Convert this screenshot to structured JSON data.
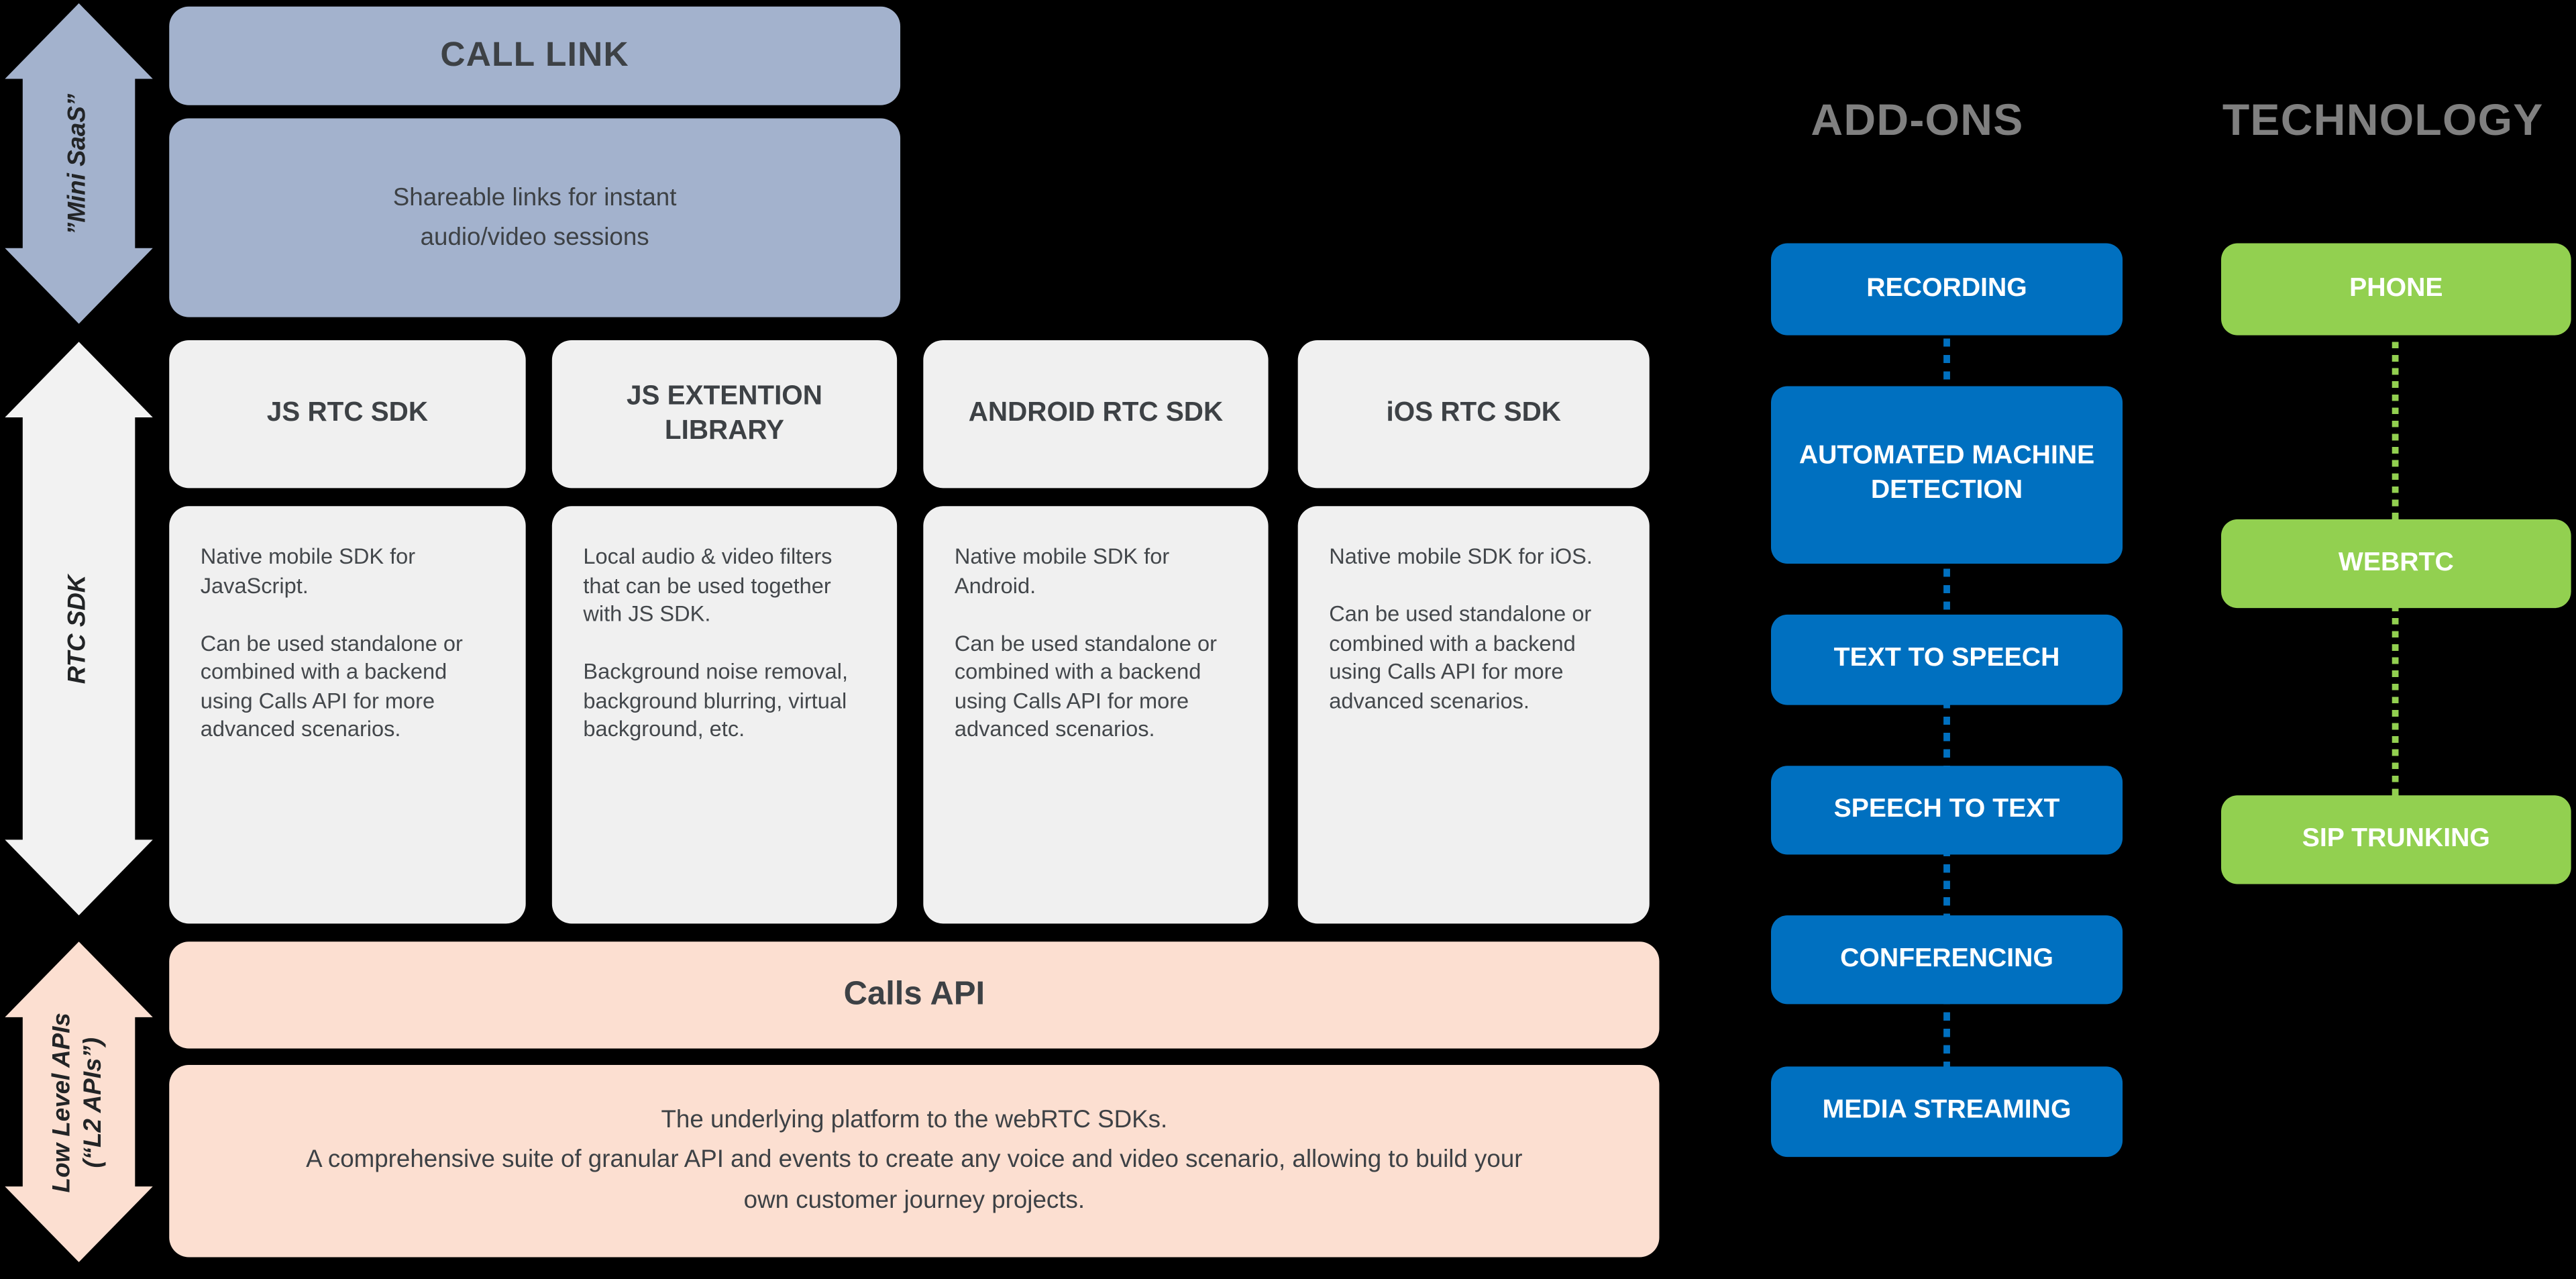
{
  "left_rail": {
    "arrows": [
      {
        "label": "”Mini SaaS”",
        "color": "#a3b2cd"
      },
      {
        "label": "RTC SDK",
        "color": "#f2f2f2"
      },
      {
        "label": "Low Level APIs\n(“L2 APIs”)",
        "color": "#fcdfd1"
      }
    ]
  },
  "call_link": {
    "title": "CALL LINK",
    "description": "Shareable links for instant\naudio/video sessions",
    "bg_color": "#a3b2cd"
  },
  "sdks": [
    {
      "title": "JS RTC SDK",
      "body": "Native mobile SDK for JavaScript.\n\nCan be used standalone or combined with a backend using Calls API for more advanced scenarios."
    },
    {
      "title": "JS EXTENTION LIBRARY",
      "body": "Local audio & video filters that can be used together with JS SDK.\n\nBackground noise removal, background blurring, virtual background, etc."
    },
    {
      "title": "ANDROID RTC SDK",
      "body": "Native mobile SDK for Android.\n\nCan be used standalone or combined with a backend using Calls API for more advanced scenarios."
    },
    {
      "title": "iOS RTC SDK",
      "body": "Native mobile SDK for iOS.\n\nCan be used standalone or combined with a backend using Calls API for more advanced scenarios."
    }
  ],
  "calls_api": {
    "title": "Calls API",
    "description": "The underlying platform to the webRTC SDKs.\nA comprehensive suite of granular API and events to create any voice and video scenario, allowing to build your own customer journey projects.",
    "bg_color": "#fcdfd1"
  },
  "addons": {
    "title": "ADD-ONS",
    "items": [
      "RECORDING",
      "AUTOMATED MACHINE DETECTION",
      "TEXT TO SPEECH",
      "SPEECH TO TEXT",
      "CONFERENCING",
      "MEDIA STREAMING"
    ],
    "box_color": "#0070c0",
    "text_color": "#ffffff"
  },
  "technology": {
    "title": "TECHNOLOGY",
    "items": [
      "PHONE",
      "WEBRTC",
      "SIP TRUNKING"
    ],
    "box_color": "#92d050",
    "text_color": "#ffffff"
  },
  "colors": {
    "background": "#000000",
    "sdk_box_bg": "#f0f0f0",
    "dark_text": "#3d4145",
    "column_header_gray": "#808080"
  }
}
